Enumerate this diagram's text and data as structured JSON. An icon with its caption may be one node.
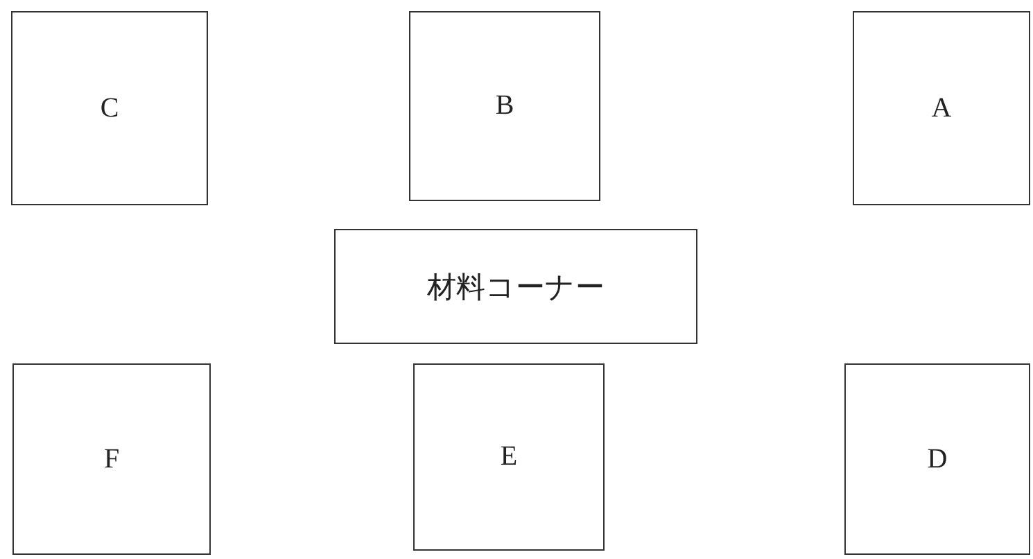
{
  "diagram": {
    "nodes": [
      {
        "text": [
          "C"
        ]
      },
      {
        "text": [
          "B"
        ]
      },
      {
        "text": [
          "A"
        ]
      },
      {
        "text": [
          "材料コーナー"
        ]
      },
      {
        "text": [
          "F"
        ]
      },
      {
        "text": [
          "E"
        ]
      },
      {
        "text": [
          "D"
        ]
      }
    ]
  }
}
